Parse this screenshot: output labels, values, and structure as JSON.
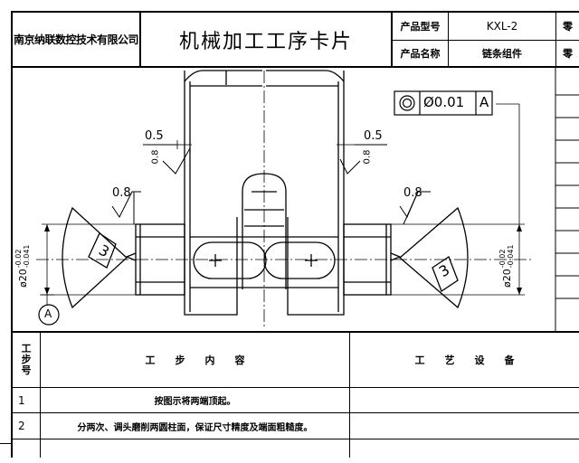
{
  "header": {
    "company": "南京纳联数控技术有限公司",
    "card_title": "机械加工工序卡片",
    "product_model_label": "产品型号",
    "product_model_value": "KXL-2",
    "product_name_label": "产品名称",
    "product_name_value": "链条组件",
    "right_cut_1": "零",
    "right_cut_2": "零"
  },
  "drawing": {
    "roughness_top_left": "0.5",
    "roughness_top_left_v": "0.8",
    "roughness_top_right": "0.5",
    "roughness_top_right_v": "0.8",
    "roughness_mid_left": "0.8",
    "roughness_mid_right": "0.8",
    "tolerance_symbol": "◎",
    "tolerance_value": "Ø0.01",
    "tolerance_datum": "A",
    "dim_left": "ø20",
    "dim_left_upper": "-0.02",
    "dim_left_lower": "-0.041",
    "dim_right": "ø20",
    "dim_right_upper": "-0.02",
    "dim_right_lower": "-0.041",
    "datum_label": "A",
    "marker_left": "3",
    "marker_right": "3"
  },
  "steps_table": {
    "col_step_no": "工\n步\n号",
    "col_step_content": "工　　步　　内　　容",
    "col_equipment": "工　　艺　　设　　备",
    "rows": [
      {
        "no": "1",
        "content": "按图示将两端顶起。"
      },
      {
        "no": "2",
        "content": "分两次、调头磨削两圆柱面，保证尺寸精度及端面粗糙度。"
      }
    ]
  }
}
